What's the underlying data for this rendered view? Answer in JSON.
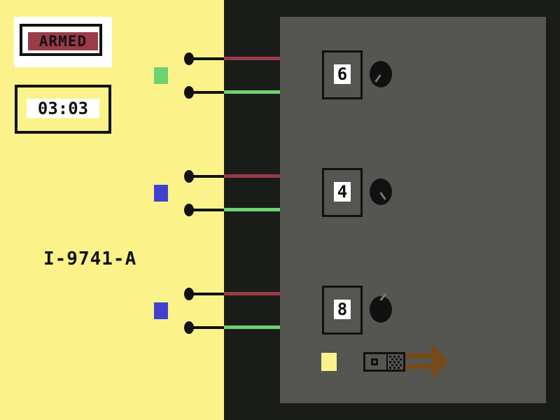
{
  "status": {
    "label": "ARMED",
    "color": "#9B3A48"
  },
  "timer": {
    "value": "03:03"
  },
  "serial": {
    "code": "I-9741-A"
  },
  "colors": {
    "background_left": "#FBF28A",
    "background_right": "#1A1C1A",
    "panel": "#555551",
    "wire_red": "#9B3A48",
    "wire_green": "#6ED26E",
    "indicator_green": "#6ED26E",
    "indicator_blue": "#4040D0",
    "arrow": "#7A4A12"
  },
  "modules": [
    {
      "digit": "6",
      "indicator": "green",
      "wires": [
        "red",
        "green"
      ]
    },
    {
      "digit": "4",
      "indicator": "blue",
      "wires": [
        "red",
        "green"
      ]
    },
    {
      "digit": "8",
      "indicator": "blue",
      "wires": [
        "red",
        "green"
      ]
    }
  ],
  "icons": {
    "knob": "rotary-knob-icon",
    "device": "gadget-icon",
    "arrow": "fork-arrow-icon",
    "led": "yellow-light-icon"
  }
}
